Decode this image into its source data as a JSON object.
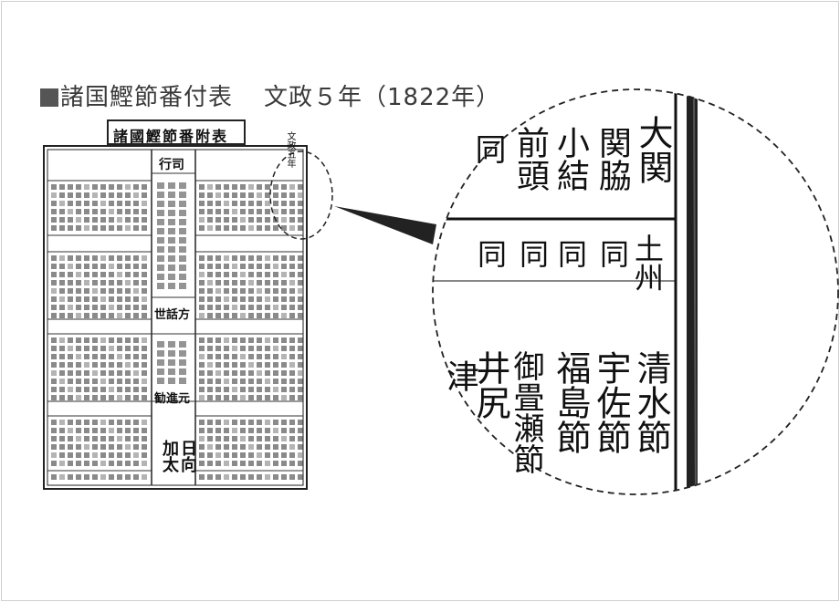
{
  "caption": {
    "title": "諸国鰹節番付表",
    "era": "文政５年（1822年）"
  },
  "chart": {
    "header_title": "諸國鰹節番附表",
    "header_year": "文政五年",
    "centre_top": "行司",
    "centre_mid1": "世話方",
    "centre_mid2": "勧進元",
    "centre_bottom_left": "加太",
    "centre_bottom_right": "日向"
  },
  "zoom": {
    "col1_top": "大関",
    "col2_top": "関脇",
    "col3_top": "小結",
    "col4_top": "前頭",
    "col5_top": "同",
    "row2": [
      "土州",
      "同",
      "同",
      "同",
      "同"
    ],
    "row3": [
      "清水節",
      "宇佐節",
      "福島節",
      "御畳瀬節",
      "井尻",
      "津"
    ]
  },
  "colors": {
    "background": "#ffffff",
    "ink": "#111111",
    "caption_ink": "#3a3a3a"
  }
}
